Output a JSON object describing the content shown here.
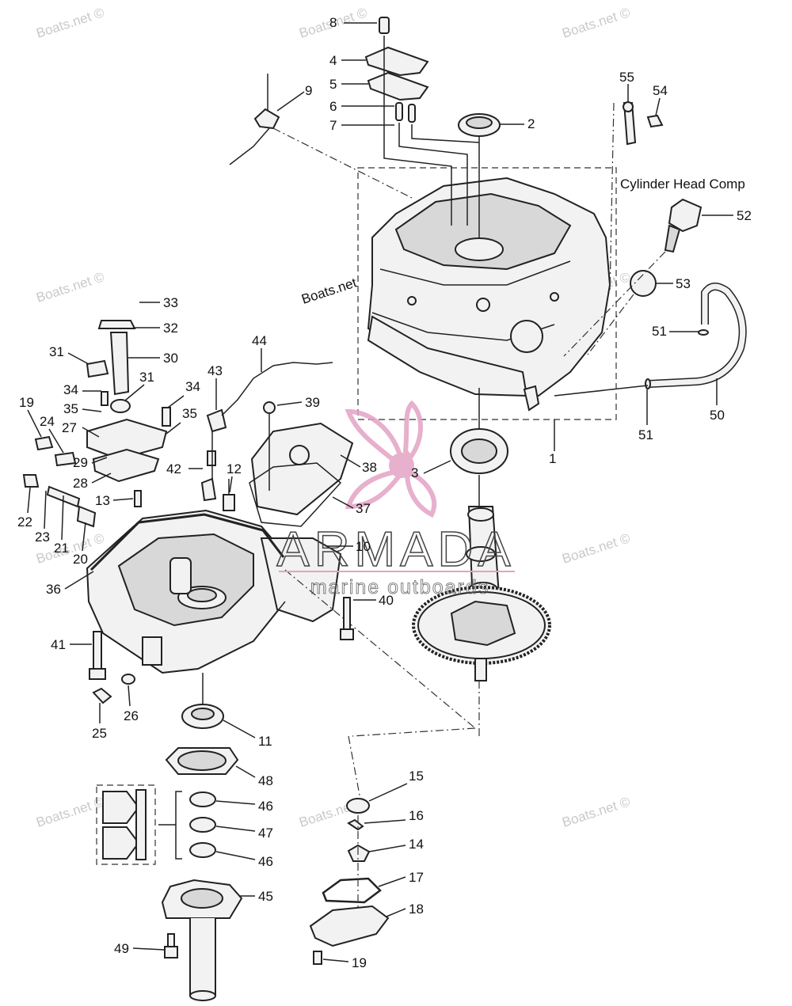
{
  "labels": {
    "header": "Cylinder Head Comp",
    "site_mark": "Boats.net",
    "watermark": "Boats.net ©",
    "brand": "ARMADA",
    "brand_sub": "marine outboards"
  },
  "callouts": {
    "n1": "1",
    "n2": "2",
    "n3": "3",
    "n4": "4",
    "n5": "5",
    "n6": "6",
    "n7": "7",
    "n8": "8",
    "n9": "9",
    "n10": "10",
    "n11": "11",
    "n12": "12",
    "n13": "13",
    "n14": "14",
    "n15": "15",
    "n16": "16",
    "n17": "17",
    "n18": "18",
    "n19": "19",
    "n19b": "19",
    "n20": "20",
    "n21": "21",
    "n22": "22",
    "n23": "23",
    "n24": "24",
    "n25": "25",
    "n26": "26",
    "n27": "27",
    "n28": "28",
    "n29": "29",
    "n30": "30",
    "n31": "31",
    "n31b": "31",
    "n32": "32",
    "n33": "33",
    "n34": "34",
    "n34b": "34",
    "n35": "35",
    "n35b": "35",
    "n36": "36",
    "n37": "37",
    "n38": "38",
    "n39": "39",
    "n40": "40",
    "n41": "41",
    "n42": "42",
    "n43": "43",
    "n44": "44",
    "n45": "45",
    "n46": "46",
    "n46b": "46",
    "n47": "47",
    "n48": "48",
    "n49": "49",
    "n50": "50",
    "n51": "51",
    "n51b": "51",
    "n52": "52",
    "n53": "53",
    "n54": "54",
    "n55": "55"
  },
  "colors": {
    "brand_pink": "#e3a3c4",
    "brand_text": "#555555",
    "watermark": "#c9c9c9"
  }
}
